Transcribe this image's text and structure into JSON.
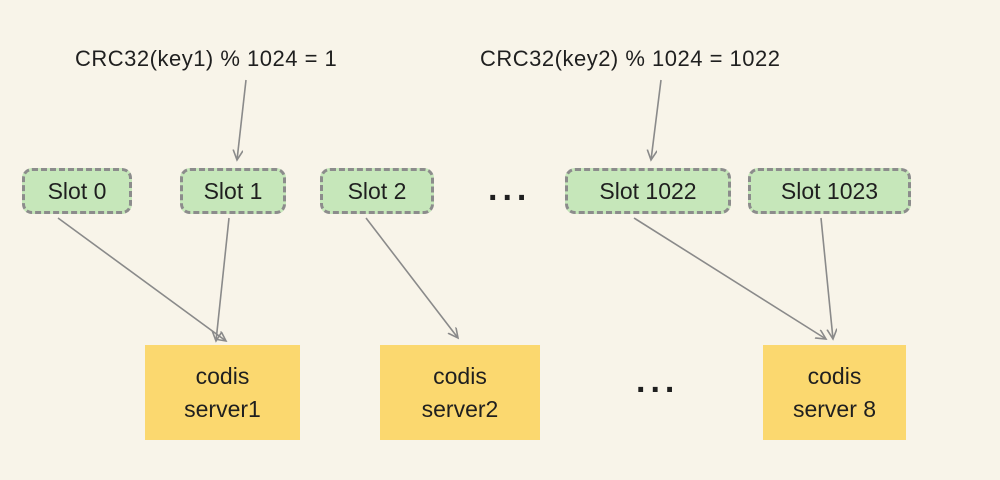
{
  "colors": {
    "background": "#f8f4e9",
    "slot_fill": "#c6e7ba",
    "slot_border": "#8c8c8c",
    "server_fill": "#fbd86f",
    "arrow_color": "#8a8a8a",
    "text_color": "#1f1f1f"
  },
  "formulas": [
    {
      "text": "CRC32(key1) %  1024 = 1"
    },
    {
      "text": "CRC32(key2) %  1024 = 1022"
    }
  ],
  "slots": [
    {
      "label": "Slot 0"
    },
    {
      "label": "Slot 1"
    },
    {
      "label": "Slot 2"
    },
    {
      "label": "Slot 1022"
    },
    {
      "label": "Slot 1023"
    }
  ],
  "slot_ellipsis": "...",
  "servers": [
    {
      "label": "codis\nserver1"
    },
    {
      "label": "codis\nserver2"
    },
    {
      "label": "codis\nserver 8"
    }
  ],
  "server_ellipsis": "..."
}
